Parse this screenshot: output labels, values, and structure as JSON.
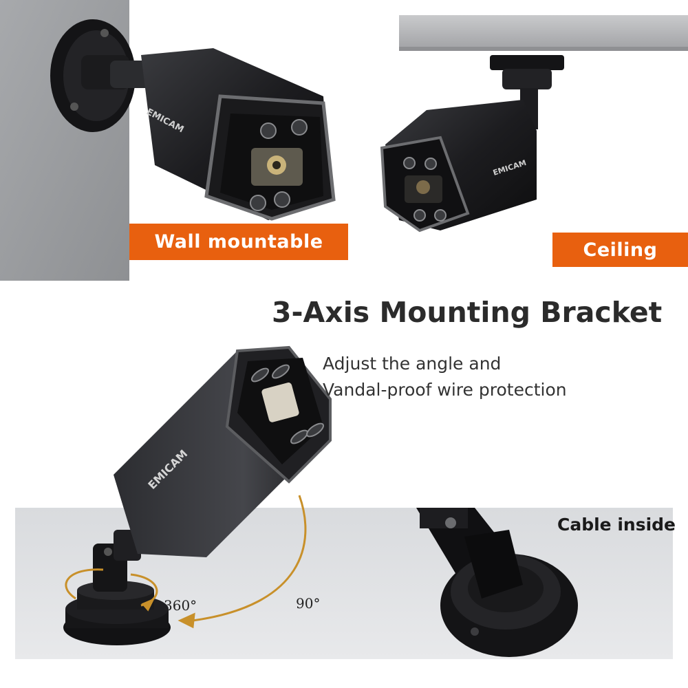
{
  "labels": {
    "wall": "Wall mountable",
    "ceiling": "Ceiling",
    "cable": "Cable inside"
  },
  "heading": "3-Axis Mounting Bracket",
  "subtitle": {
    "line1": "Adjust the angle and",
    "line2": "Vandal-proof wire protection"
  },
  "angles": {
    "rotation": "360°",
    "tilt": "90°"
  },
  "brand": "EMICAM",
  "colors": {
    "accent": "#e8600f",
    "camera_body": "#1f1f22",
    "wall": "#9c9ea1",
    "arrow": "#c8902a"
  }
}
